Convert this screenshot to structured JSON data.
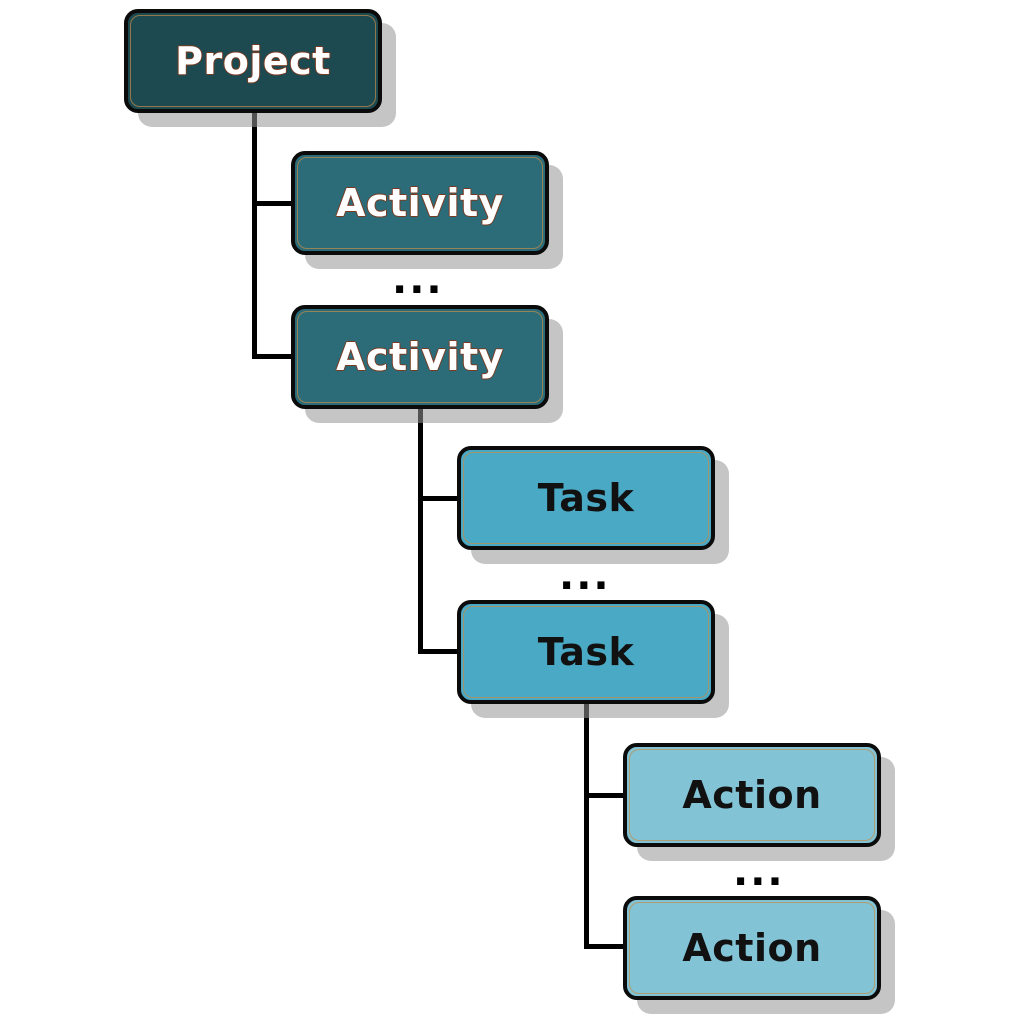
{
  "diagram": {
    "nodes": {
      "project": "Project",
      "activity_1": "Activity",
      "activity_2": "Activity",
      "task_1": "Task",
      "task_2": "Task",
      "action_1": "Action",
      "action_2": "Action"
    },
    "ellipsis": {
      "activities": "...",
      "tasks": "...",
      "actions": "..."
    },
    "colors": {
      "project": "#1d4a51",
      "activity": "#2c6b78",
      "task": "#4aa9c4",
      "action": "#82c3d6",
      "connector": "#000000"
    }
  }
}
